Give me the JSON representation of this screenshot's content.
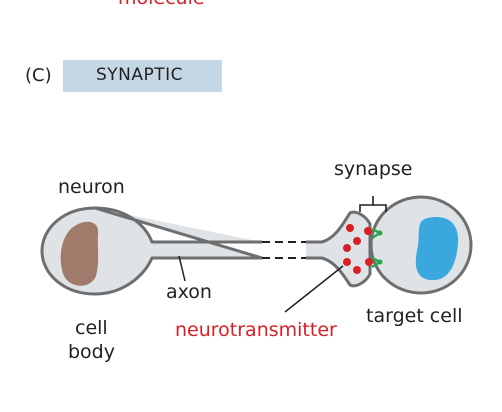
{
  "top_fragment": "molecule",
  "panel": {
    "letter": "(C)",
    "title": "SYNAPTIC"
  },
  "labels": {
    "synapse": "synapse",
    "neuron": "neuron",
    "axon": "axon",
    "cell_body": [
      "cell",
      "body"
    ],
    "neurotransmitter": "neurotransmitter",
    "target_cell": "target cell"
  },
  "colors": {
    "cell_fill": "#dfe3e5",
    "cell_stroke": "#6d6e70",
    "nucleus_neuron": "#a07a6a",
    "nucleus_target": "#3aa8df",
    "vesicle": "#d71f26",
    "receptor": "#2aa548",
    "panel_box": "#c4d7e5",
    "red_text": "#d71f26"
  }
}
